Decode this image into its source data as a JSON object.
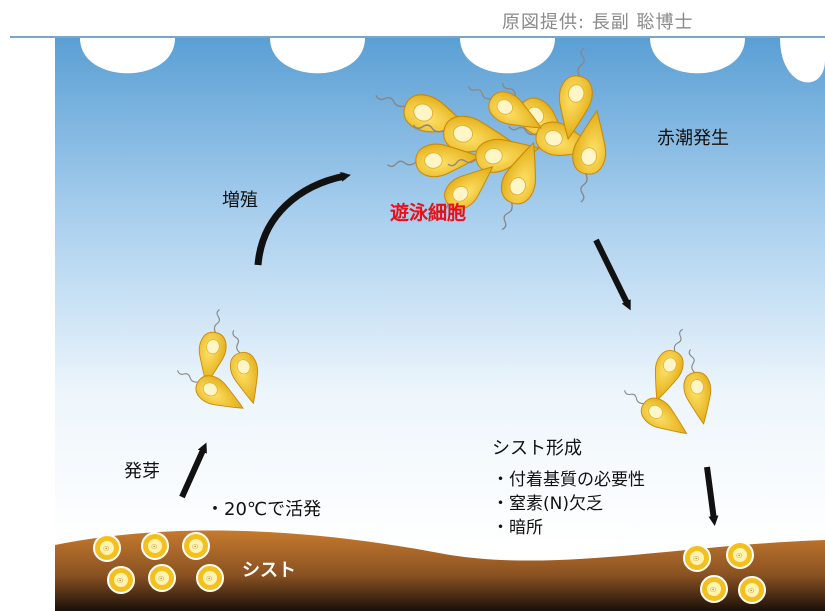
{
  "credit": "原図提供: 長副 聡博士",
  "labels": {
    "red_tide": "赤潮発生",
    "proliferation": "増殖",
    "swimming_cells": "遊泳細胞",
    "germination": "発芽",
    "activation": "・20℃で活発",
    "cyst_formation": "シスト形成",
    "cyst": "シスト"
  },
  "cyst_conditions": [
    "・付着基質の必要性",
    "・窒素(N)欠乏",
    "・暗所"
  ],
  "colors": {
    "water_top": "#5a9fd4",
    "water_bottom": "#ffffff",
    "sediment": "#b8702a",
    "cell_fill": "#f0c020",
    "arrow": "#111111",
    "highlight": "#e8101a"
  }
}
